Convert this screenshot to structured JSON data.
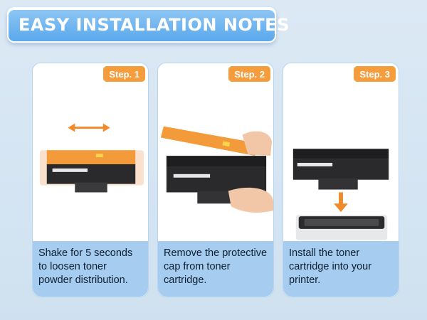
{
  "banner": {
    "title": "EASY INSTALLATION NOTES"
  },
  "steps": [
    {
      "badge": "Step. 1",
      "text": "Shake for 5 seconds to loosen toner powder distribution."
    },
    {
      "badge": "Step. 2",
      "text": "Remove the protective cap from toner cartridge."
    },
    {
      "badge": "Step. 3",
      "text": "Install the toner cartridge into your printer."
    }
  ],
  "colors": {
    "banner": "#5aa8ec",
    "badge": "#f59c3c",
    "text_panel": "#a6cdef",
    "arrow": "#f08a2a",
    "cap": "#f39a3a"
  }
}
